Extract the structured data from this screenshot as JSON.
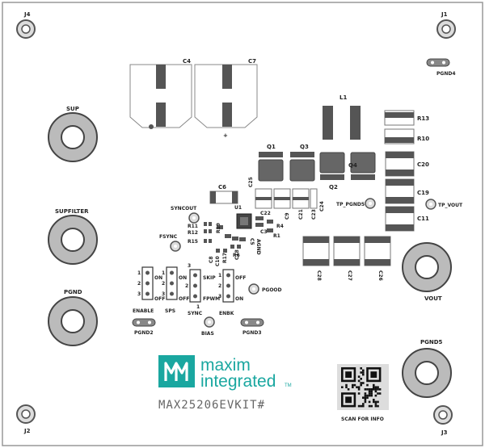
{
  "board": {
    "part_number": "MAX25206EVKIT#",
    "qr_caption": "SCAN FOR INFO",
    "logo": {
      "line1": "maxim",
      "line2": "integrated",
      "tm": "TM",
      "color": "#1aa7a0"
    }
  },
  "corner_jacks": {
    "j4": "J4",
    "j1": "J1",
    "j2": "J2",
    "j3": "J3"
  },
  "terminals": {
    "sup": "SUP",
    "supfilter": "SUPFILTER",
    "pgnd": "PGND",
    "vout": "VOUT",
    "pgnd5": "PGND5"
  },
  "test_points": {
    "pgnd4": "PGND4",
    "pgnd2": "PGND2",
    "pgnd3": "PGND3",
    "bias": "BIAS",
    "pgood": "PGOOD",
    "syncout": "SYNCOUT",
    "fsync": "FSYNC",
    "tp_pgnd5": "TP_PGND5",
    "tp_vout": "TP_VOUT"
  },
  "components": {
    "c4": "C4",
    "c7": "C7",
    "l1": "L1",
    "q1": "Q1",
    "q2": "Q2",
    "q3": "Q3",
    "q4": "Q4",
    "r13": "R13",
    "r10": "R10",
    "c20": "C20",
    "c19": "C19",
    "c11": "C11",
    "c6": "C6",
    "u1": "U1",
    "c25": "C25",
    "c24": "C24",
    "c23": "C23",
    "c21": "C21",
    "c9": "C9",
    "c22": "C22",
    "r4": "R4",
    "r1": "R1",
    "c3": "C3",
    "c5": "C5",
    "agnd": "AGND",
    "r11": "R11",
    "r12": "R12",
    "r15": "R15",
    "r19": "R19",
    "r17": "R17",
    "r6": "R6",
    "c8": "C8",
    "c10": "C10",
    "c18": "C18",
    "c28": "C28",
    "c27": "C27",
    "c26": "C26"
  },
  "jumpers": [
    {
      "name": "ENABLE",
      "top": "ON",
      "bottom": "OFF",
      "pin1": "1",
      "pin2": "2",
      "pin3": "3"
    },
    {
      "name": "SPS",
      "top": "ON",
      "bottom": "OFF",
      "pin1": "1",
      "pin2": "2",
      "pin3": "3"
    },
    {
      "name": "SYNC",
      "top": "SKIP",
      "bottom": "FPWM",
      "pin1": "1",
      "pin2": "2",
      "pin3": "3"
    },
    {
      "name": "ENBK",
      "top": "OFF",
      "bottom": "ON",
      "pin1": "1",
      "pin2": "2",
      "pin3": "3"
    }
  ]
}
